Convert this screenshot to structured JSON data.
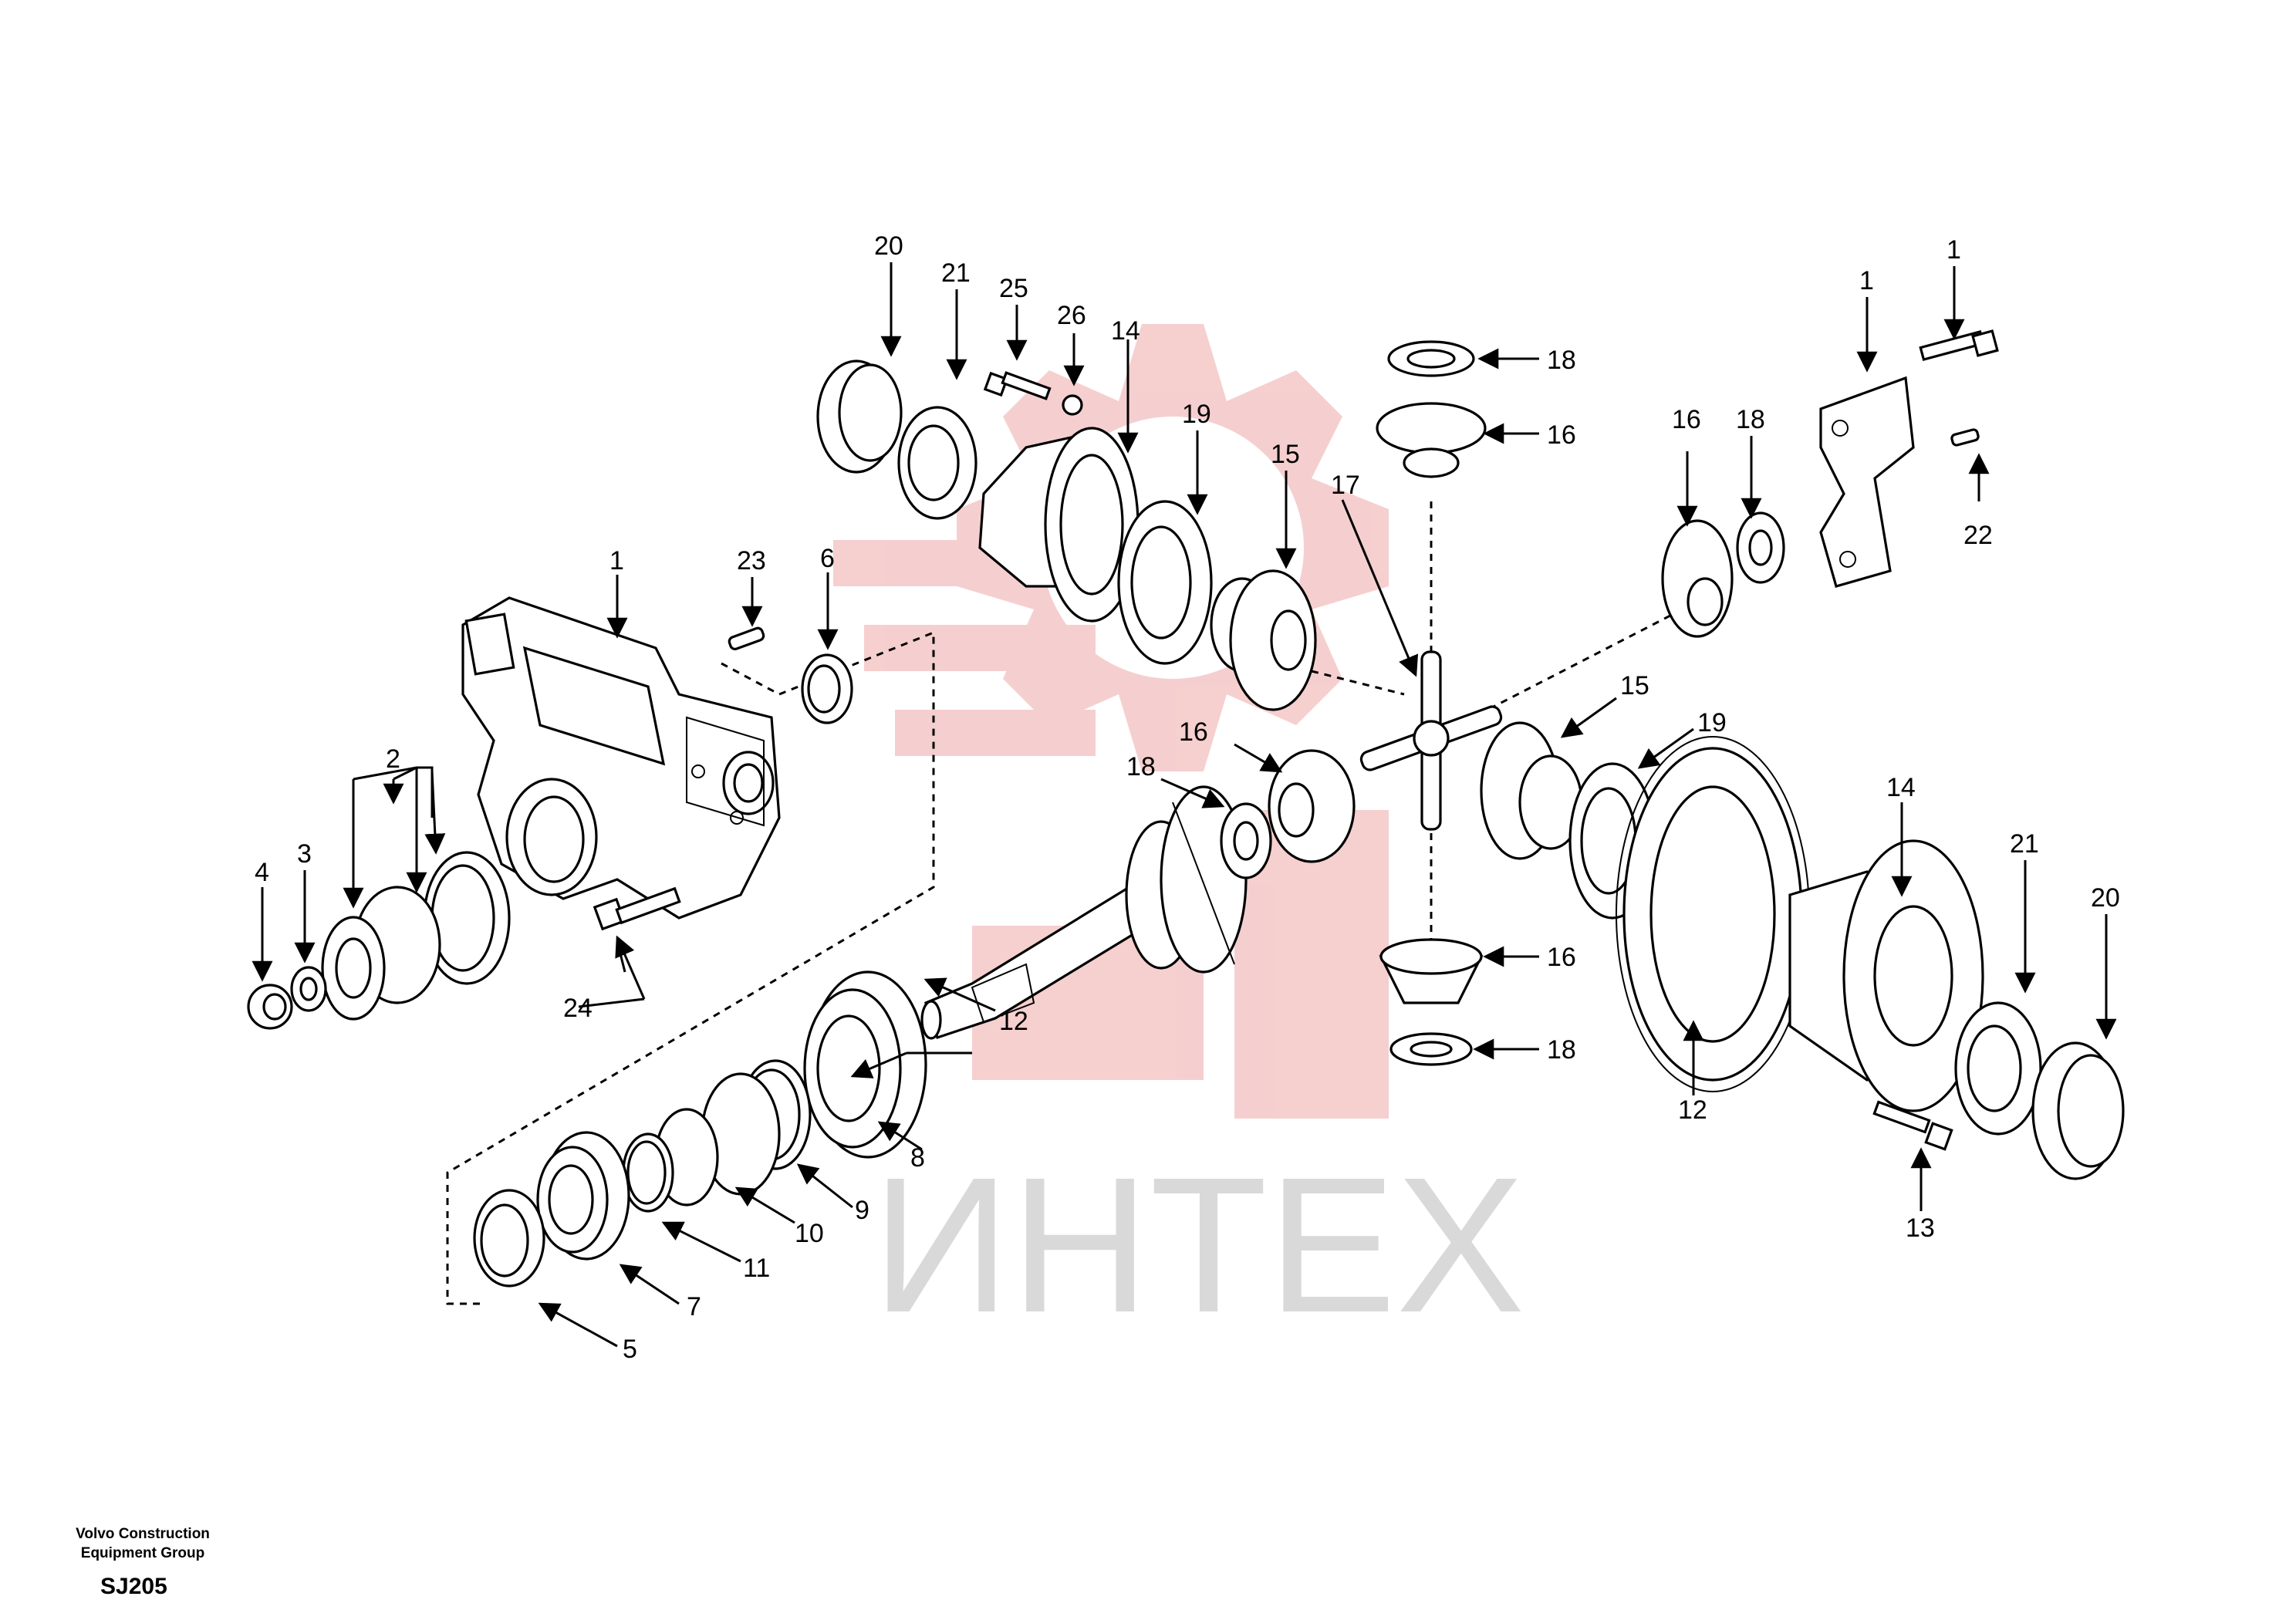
{
  "watermark": {
    "text": "ИНТЕХ",
    "color": "#f4c7c7"
  },
  "footer": {
    "company": "Volvo Construction Equipment Group",
    "code": "SJ205"
  },
  "callouts": {
    "c1_housing": "1",
    "c1_cap": "1",
    "c1_bolt": "1",
    "c2": "2",
    "c3": "3",
    "c4": "4",
    "c5": "5",
    "c6": "6",
    "c7": "7",
    "c8": "8",
    "c9": "9",
    "c10": "10",
    "c11": "11",
    "c12_pinion": "12",
    "c12_ring": "12",
    "c13": "13",
    "c14_top": "14",
    "c14_right": "14",
    "c15_top": "15",
    "c15_right": "15",
    "c16_top": "16",
    "c16_left": "16",
    "c16_bottom": "16",
    "c16_right": "16",
    "c17": "17",
    "c18_top": "18",
    "c18_left": "18",
    "c18_bottom": "18",
    "c18_right": "18",
    "c19_top": "19",
    "c19_right": "19",
    "c20_top": "20",
    "c20_right": "20",
    "c21_top": "21",
    "c21_right": "21",
    "c22": "22",
    "c23": "23",
    "c24": "24",
    "c25": "25",
    "c26": "26"
  }
}
